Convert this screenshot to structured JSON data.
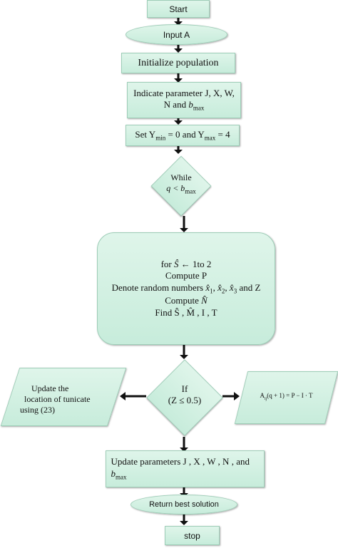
{
  "start": "Start",
  "input": "Input A",
  "init": "Initialize population",
  "indicate": {
    "line1": "Indicate parameter J, X, W,",
    "line2_prefix": "N and ",
    "b": "b",
    "max": "max"
  },
  "set_y": {
    "prefix": "Set Y",
    "min": "min",
    "eq0": " = 0  and  Y",
    "max": "max",
    "eq4": " = 4"
  },
  "while": {
    "title": "While",
    "cond_q": "q < ",
    "b": "b",
    "max": "max"
  },
  "loop": {
    "for_prefix": "for ",
    "s_hat": "Ŝ",
    "for_suffix": " ← 1to 2",
    "compute_p": "Compute  P",
    "denote_prefix": "Denote random numbers ",
    "x": "x̂",
    "sub1": "1",
    "sub2": "2",
    "sub3": "3",
    "denote_suffix": " and  Z",
    "compute_n_prefix": "Compute  ",
    "n_hat": "N̂",
    "find": "Find  Ŝ ,  M̂ ,  I ,  T"
  },
  "if": {
    "title": "If",
    "cond": "(Z ≤ 0.5)"
  },
  "left_parallelogram": {
    "line1": "Update the",
    "line2": "location of tunicate",
    "line3": "using (23)"
  },
  "right_parallelogram": {
    "a": "A",
    "sub": "ij",
    "rest": "(q + 1) = P − I · T"
  },
  "update": {
    "line1": "Update parameters  J ,  X ,  W ,  N ,  and",
    "b": "b",
    "max": "max"
  },
  "return": "Return best solution",
  "stop": "stop"
}
